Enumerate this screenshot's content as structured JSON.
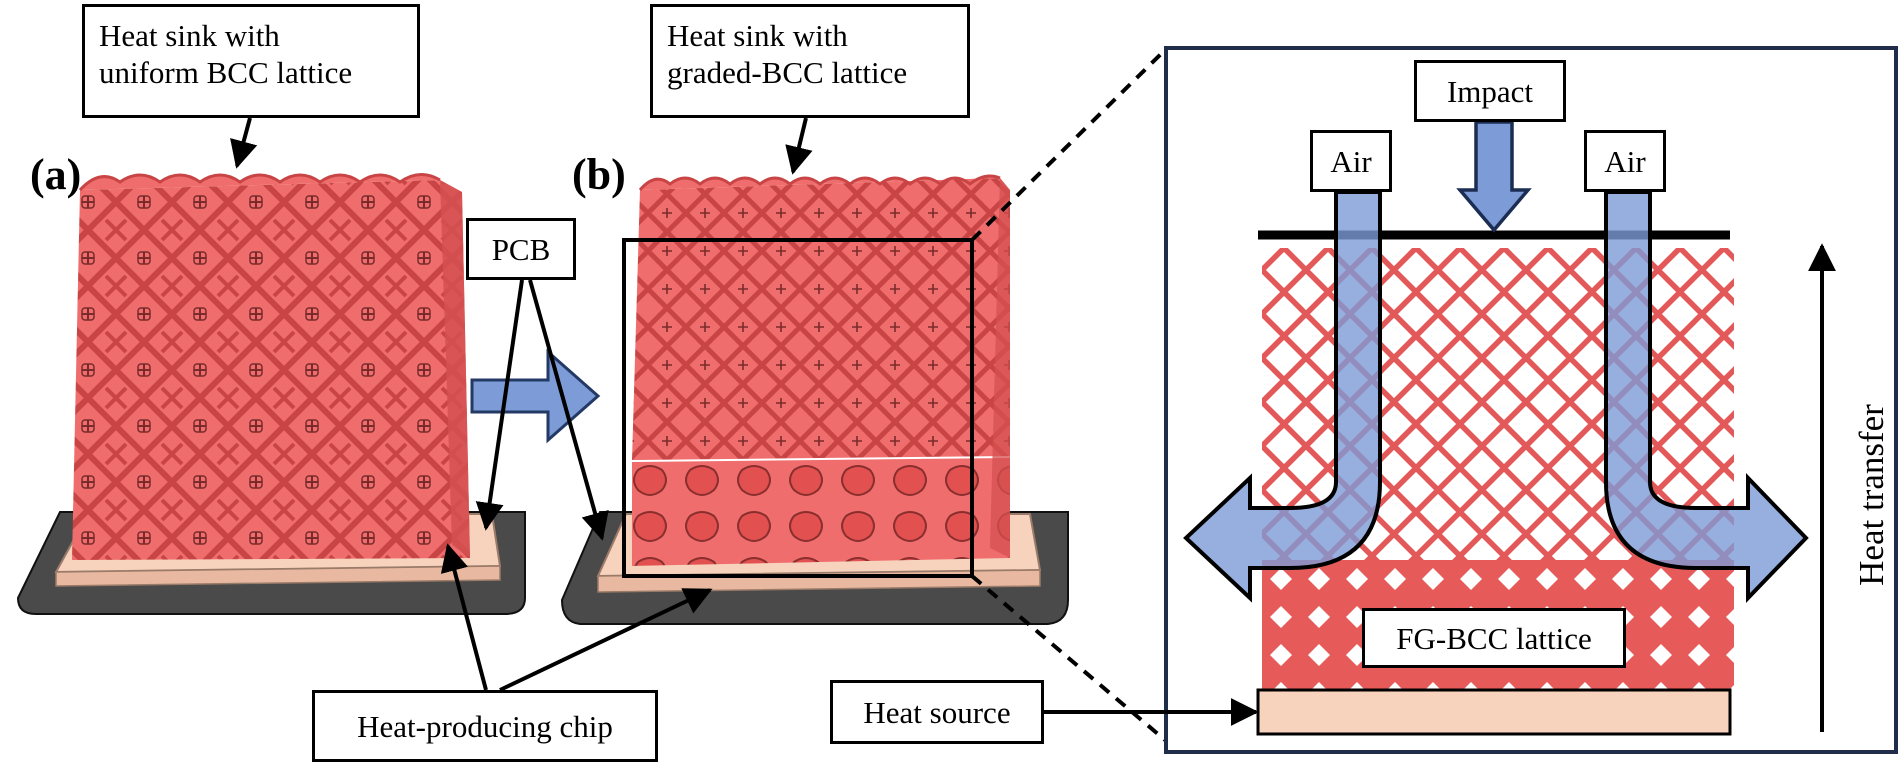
{
  "panels": {
    "a_tag": "(a)",
    "b_tag": "(b)"
  },
  "labels": {
    "uniform": [
      "Heat sink with",
      "uniform BCC lattice"
    ],
    "graded": [
      "Heat sink with",
      "graded-BCC lattice"
    ],
    "pcb": "PCB",
    "chip": "Heat-producing chip",
    "air_left": "Air",
    "air_right": "Air",
    "impact": "Impact",
    "fg_bcc": "FG-BCC lattice",
    "heat_source": "Heat source",
    "heat_transfer": "Heat transfer"
  },
  "colors": {
    "lattice": "#ea5a5a",
    "lattice_dark": "#c94545",
    "base_dark": "#4a4a4a",
    "chip": "#f7d2bd",
    "air_arrow": "#7d9bd6",
    "frame": "#1f2d4a"
  }
}
